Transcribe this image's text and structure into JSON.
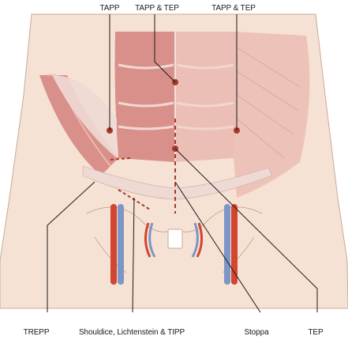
{
  "labels": {
    "tapp": "TAPP",
    "tapp_tep_left": "TAPP & TEP",
    "tapp_tep_right": "TAPP & TEP",
    "trepp": "TREPP",
    "shouldice": "Shouldice, Lichtenstein & TIPP",
    "stoppa": "Stoppa",
    "tep": "TEP"
  },
  "colors": {
    "skin": "#f6e2d4",
    "skin_edge": "#c9a996",
    "muscle": "#d9908a",
    "muscle_light": "#e9b8b0",
    "fascia": "#efd9d4",
    "vessel_red": "#d2452f",
    "vessel_blue": "#7d95c7",
    "port_marker": "#a63a2c",
    "incision": "#a63a2c",
    "leader_line": "#1a1a1a"
  }
}
